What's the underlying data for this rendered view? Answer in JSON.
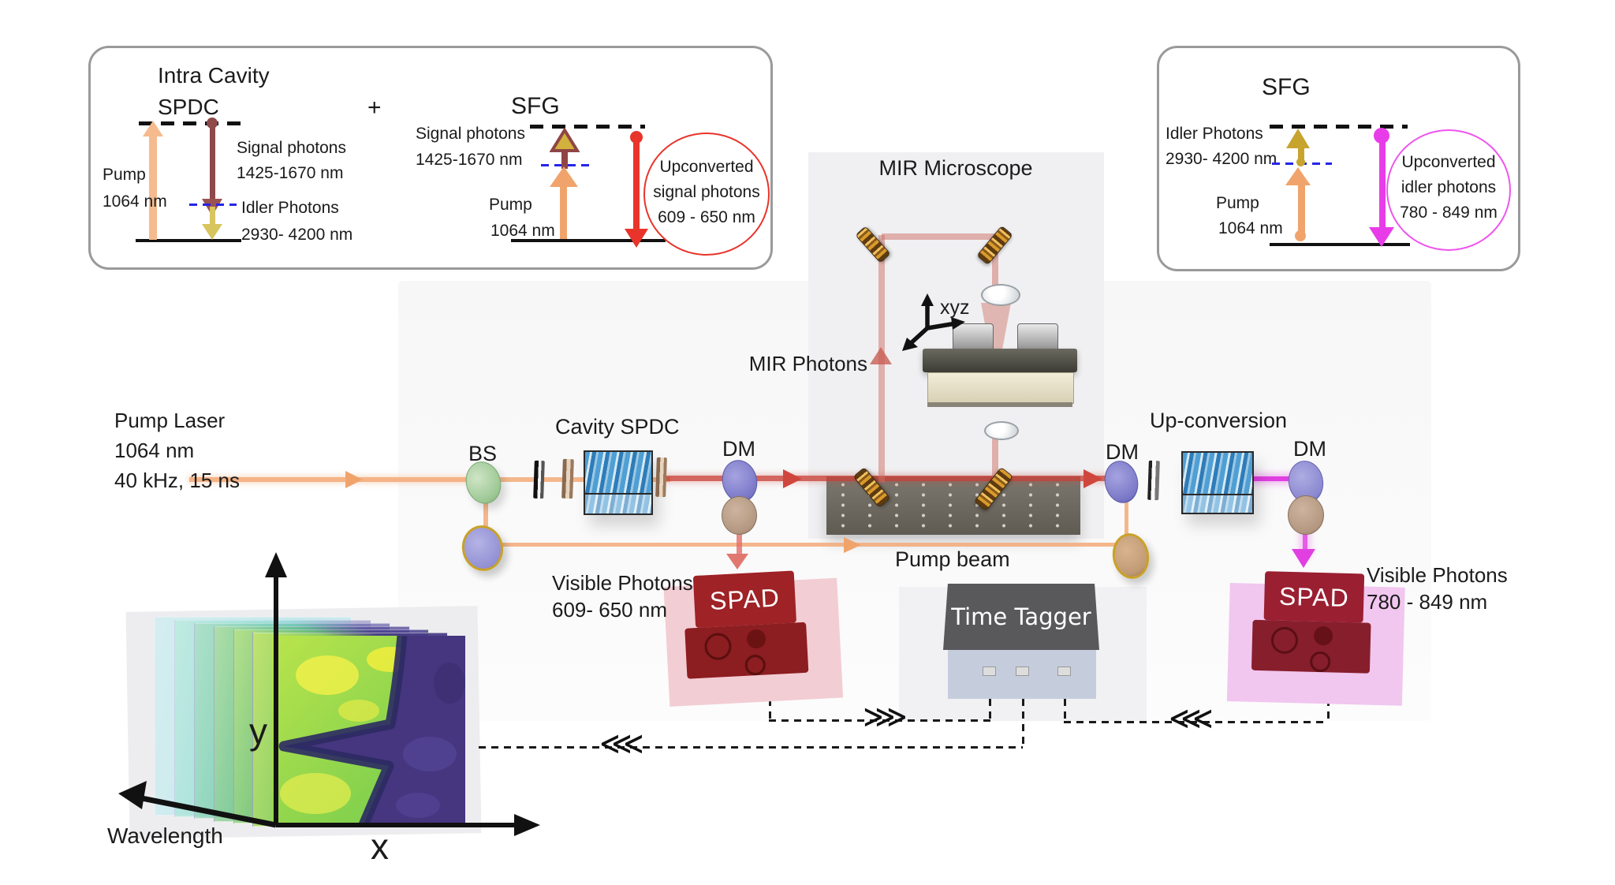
{
  "left_box": {
    "title_line1": "Intra Cavity",
    "title_line2": "SPDC",
    "plus": "+",
    "sfg_title": "SFG",
    "pump_label": "Pump",
    "pump_wl": "1064 nm",
    "signal_label": "Signal photons",
    "signal_wl": "1425-1670 nm",
    "idler_label": "Idler Photons",
    "idler_wl": "2930- 4200 nm",
    "sfg_signal_label": "Signal photons",
    "sfg_signal_wl": "1425-1670 nm",
    "sfg_pump_label": "Pump",
    "sfg_pump_wl": "1064 nm",
    "circle_line1": "Upconverted",
    "circle_line2": "signal photons",
    "circle_line3": "609 - 650 nm"
  },
  "right_box": {
    "title": "SFG",
    "idler_label": "Idler Photons",
    "idler_wl": "2930- 4200 nm",
    "pump_label": "Pump",
    "pump_wl": "1064 nm",
    "circle_line1": "Upconverted",
    "circle_line2": "idler photons",
    "circle_line3": "780 - 849 nm"
  },
  "setup": {
    "pump_laser_line1": "Pump Laser",
    "pump_laser_line2": "1064 nm",
    "pump_laser_line3": "40 kHz, 15 ns",
    "bs": "BS",
    "cavity_spdc": "Cavity SPDC",
    "dm": "DM",
    "mir_microscope": "MIR Microscope",
    "mir_photons": "MIR Photons",
    "xyz": "xyz",
    "upconversion": "Up-conversion",
    "pump_beam": "Pump beam",
    "spad": "SPAD",
    "visible_left_line1": "Visible Photons",
    "visible_left_line2": "609- 650 nm",
    "visible_right_line1": "Visible Photons",
    "visible_right_line2": "780 - 849 nm",
    "time_tagger": "Time Tagger"
  },
  "stack": {
    "x_label": "x",
    "y_label": "y",
    "wavelength_label": "Wavelength"
  },
  "icons": {
    "chevron_left": "⋘",
    "chevron_right": "⋙"
  },
  "colors": {
    "orange_beam": "#f0a46c",
    "red_beam": "#cc4a42",
    "magenta_beam": "#e13fe1",
    "blue_level": "#2525e8",
    "circle_red": "#e8342a",
    "circle_magenta": "#ee55ee",
    "spad_red": "#9a2127"
  }
}
